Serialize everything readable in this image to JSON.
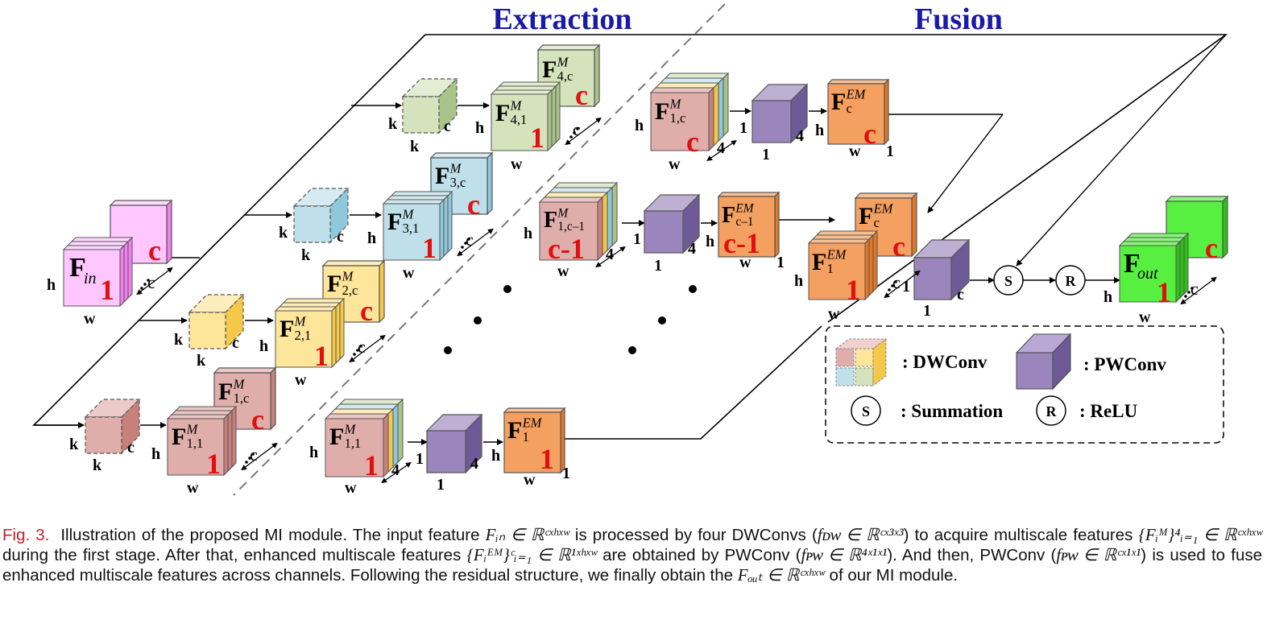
{
  "titles": {
    "extraction": "Extraction",
    "fusion": "Fusion"
  },
  "labels": {
    "k": "k",
    "c": "c",
    "h": "h",
    "w": "w",
    "one": "1",
    "four": "4",
    "c_minus_1": "c-1",
    "dots_c": "c"
  },
  "features": {
    "f_in": "F",
    "f_in_sub": "in",
    "f_out": "F",
    "f_out_sub": "out",
    "m11": "1,1",
    "m1c": "1,c",
    "m21": "2,1",
    "m2c": "2,c",
    "m31": "3,1",
    "m3c": "3,c",
    "m41": "4,1",
    "m4c": "4,c",
    "m1cm1": "1,c–1",
    "sup_m": "M",
    "sup_em": "EM",
    "em1": "1",
    "emc": "c",
    "emcm1": "c–1"
  },
  "legend": {
    "dwconv": ": DWConv",
    "pwconv": ": PWConv",
    "summation": ": Summation",
    "relu": ": ReLU",
    "s": "S",
    "r": "R"
  },
  "caption": {
    "fig": "Fig. 3.",
    "line1": "Illustration of the proposed MI module. The input feature Fᵢₙ ∈ ℝ^(c×h×w) is processed by four DWConvs (f_DW ∈ ℝ^(c×3×3)) to acquire",
    "text_a": "Illustration of the proposed MI module. The input feature ",
    "text_b": " is processed by four DWConvs (",
    "text_c": ") to acquire multiscale features ",
    "text_d": " during the first stage. After that, enhanced multiscale features ",
    "text_e": " are obtained by PWConv (",
    "text_f": "). And then, PWConv (",
    "text_g": ") is used to fuse enhanced multiscale features across channels. Following the residual structure, we finally obtain the ",
    "text_h": " of our MI module.",
    "m1": "Fᵢₙ ∈ ℝᶜˣʰˣʷ",
    "m2": "fᴅᴡ ∈ ℝᶜˣ³ˣ³",
    "m3": "{Fᵢᴹ}⁴ᵢ₌₁ ∈ ℝᶜˣʰˣʷ",
    "m4": "{Fᵢᴱᴹ}ᶜᵢ₌₁ ∈ ℝ¹ˣʰˣʷ",
    "m5": "fᴘᴡ ∈ ℝ⁴ˣ¹ˣ¹",
    "m6": "fᴘᴡ ∈ ℝᶜˣ¹ˣ¹",
    "m7": "Fₒᵤₜ ∈ ℝᶜˣʰˣʷ"
  },
  "colors": {
    "title": "#1a1aa8",
    "red": "#e01010",
    "pink": "#ffc6ff",
    "pink_side": "#f080f0",
    "rose": "#e0aeaa",
    "rose_side": "#c8807a",
    "yellow": "#fde59a",
    "yellow_side": "#f4c94a",
    "blue": "#bfe0ea",
    "blue_side": "#8ec8dc",
    "sage": "#d4e3bc",
    "sage_side": "#a9c48a",
    "purple": "#9a86bc",
    "purple_side": "#6f5a98",
    "orange": "#f4a060",
    "orange_side": "#e07828",
    "green": "#58f040",
    "green_side": "#2ec018"
  }
}
